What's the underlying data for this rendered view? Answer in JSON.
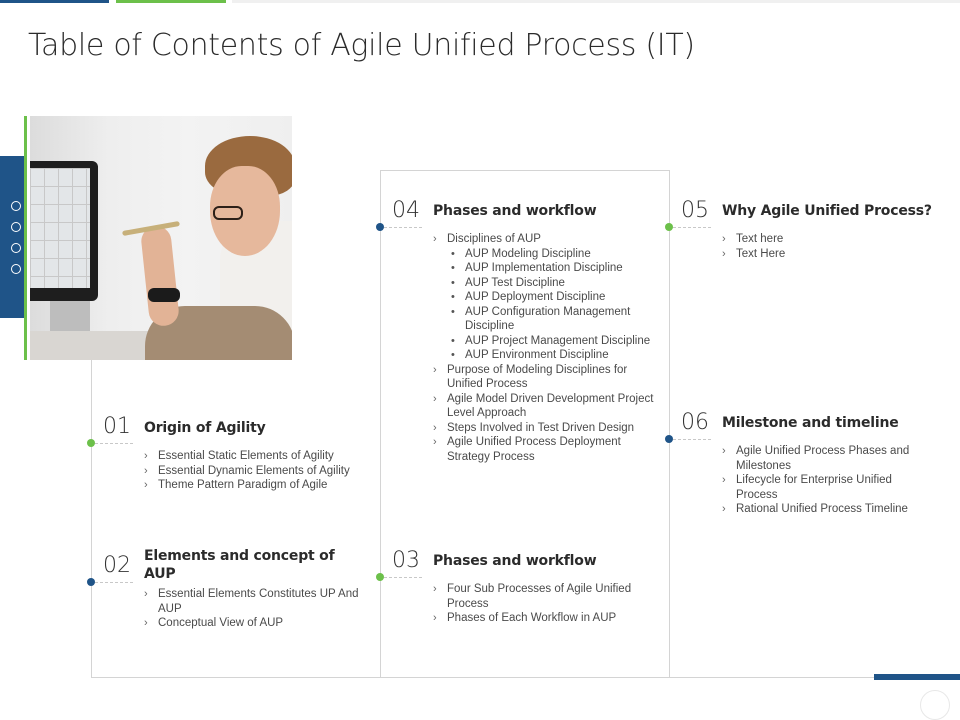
{
  "page": {
    "title": "Table of Contents of Agile Unified Process (IT)"
  },
  "colors": {
    "accent_blue": "#1f5488",
    "accent_green": "#6cc04a",
    "border_grey": "#d4d4d4"
  },
  "side_panel": {
    "dots": 4
  },
  "sections": [
    {
      "number": "01",
      "heading": "Origin of Agility",
      "node_color": "green",
      "items": [
        "Essential Static Elements of Agility",
        "Essential Dynamic Elements of Agility",
        "Theme Pattern Paradigm of Agile"
      ]
    },
    {
      "number": "02",
      "heading": "Elements and concept of AUP",
      "node_color": "blue",
      "items": [
        "Essential Elements Constitutes UP And AUP",
        "Conceptual View of AUP"
      ]
    },
    {
      "number": "03",
      "heading": "Phases and workflow",
      "node_color": "green",
      "items": [
        "Four Sub Processes of Agile Unified Process",
        "Phases of Each Workflow in AUP"
      ]
    },
    {
      "number": "04",
      "heading": "Phases and workflow",
      "node_color": "blue",
      "items": [
        "Disciplines of AUP",
        "Purpose of Modeling Disciplines for Unified Process",
        "Agile Model Driven Development Project Level Approach",
        "Steps Involved in Test Driven Design",
        "Agile Unified Process Deployment Strategy Process"
      ],
      "sub_items": [
        "AUP Modeling Discipline",
        "AUP Implementation Discipline",
        "AUP Test Discipline",
        "AUP Deployment Discipline",
        "AUP Configuration Management Discipline",
        "AUP Project Management Discipline",
        "AUP Environment Discipline"
      ]
    },
    {
      "number": "05",
      "heading": "Why Agile Unified Process?",
      "node_color": "green",
      "items": [
        "Text here",
        "Text Here"
      ]
    },
    {
      "number": "06",
      "heading": "Milestone and timeline",
      "node_color": "blue",
      "items": [
        "Agile Unified Process Phases and Milestones",
        "Lifecycle for Enterprise Unified Process",
        "Rational Unified Process Timeline"
      ]
    }
  ]
}
